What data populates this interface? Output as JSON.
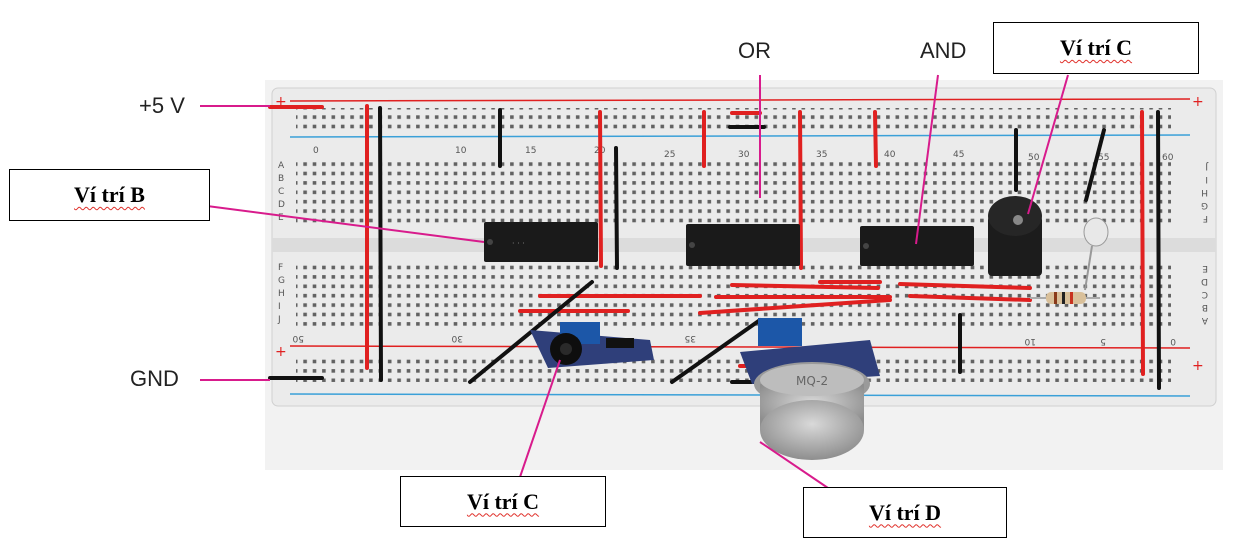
{
  "labels": {
    "plus5v": "+5 V",
    "gnd": "GND",
    "or_gate": "OR",
    "and_gate": "AND"
  },
  "callouts": {
    "b": "Ví trí B",
    "c_top": "Ví trí C",
    "c_bottom": "Ví trí C",
    "d": "Ví trí D"
  },
  "board": {
    "column_numbers_top": [
      "0",
      "10",
      "15",
      "20",
      "25",
      "30",
      "35",
      "40",
      "45",
      "50",
      "55",
      "60"
    ],
    "column_numbers_bottom": [
      "50",
      "35",
      "30",
      "10",
      "5",
      "0"
    ],
    "row_letters_left_top": [
      "A",
      "B",
      "C",
      "D",
      "E"
    ],
    "row_letters_left_bottom": [
      "F",
      "G",
      "H",
      "I",
      "J"
    ],
    "row_letters_right_top": [
      "J",
      "I",
      "H",
      "G",
      "F"
    ],
    "row_letters_right_bottom": [
      "E",
      "D",
      "C",
      "B",
      "A"
    ],
    "sensor_marking": "MQ-2"
  },
  "colors": {
    "wire_red": "#e02020",
    "wire_black": "#111111",
    "leader_line": "#d81b8c",
    "board": "#efefef",
    "chip": "#1a1a1a"
  }
}
